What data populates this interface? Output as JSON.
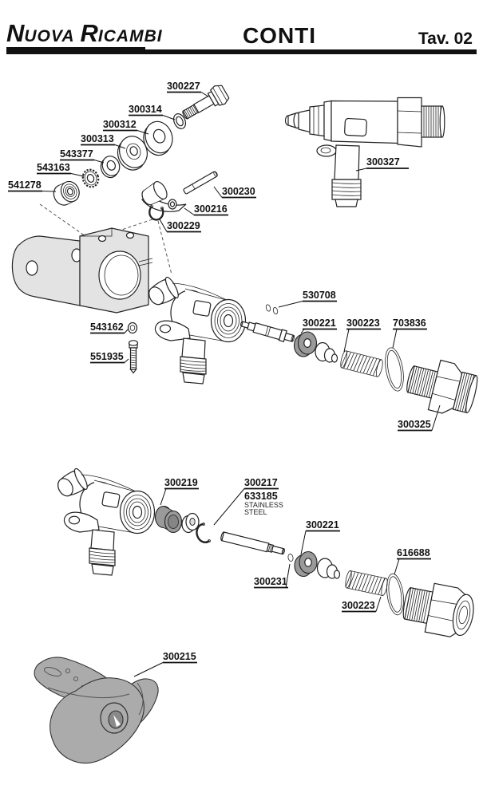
{
  "header": {
    "brand": {
      "n": "N",
      "uova": "UOVA",
      "r": "R",
      "icambi": "ICAMBI"
    },
    "title": "CONTI",
    "plate": "Tav. 02"
  },
  "parts": {
    "bolt": "300227",
    "seal": "300314",
    "washer_lg": "300312",
    "washer_hub": "300313",
    "washer_sm": "543377",
    "star_washer": "543163",
    "nut": "541278",
    "pin": "300230",
    "clamp": "300216",
    "clip_top": "300229",
    "valve_assy": "300327",
    "ring": "543162",
    "screw": "551935",
    "oring_pair": "530708",
    "gasket": "300221",
    "spring": "300223",
    "oring_lg": "703836",
    "nipple": "300325",
    "bushing": "300219",
    "clip": "300217",
    "clip_ss": "633185",
    "stem": "300231",
    "oring_kit": "616688",
    "knob": "300215"
  },
  "notes": {
    "stainless1": "STAINLESS",
    "stainless2": "STEEL"
  },
  "colors": {
    "line": "#111111",
    "part_fill": "#ffffff",
    "gray_light": "#e3e3e3",
    "gray_mid": "#ababab",
    "gray_dark": "#9a9a9a"
  }
}
